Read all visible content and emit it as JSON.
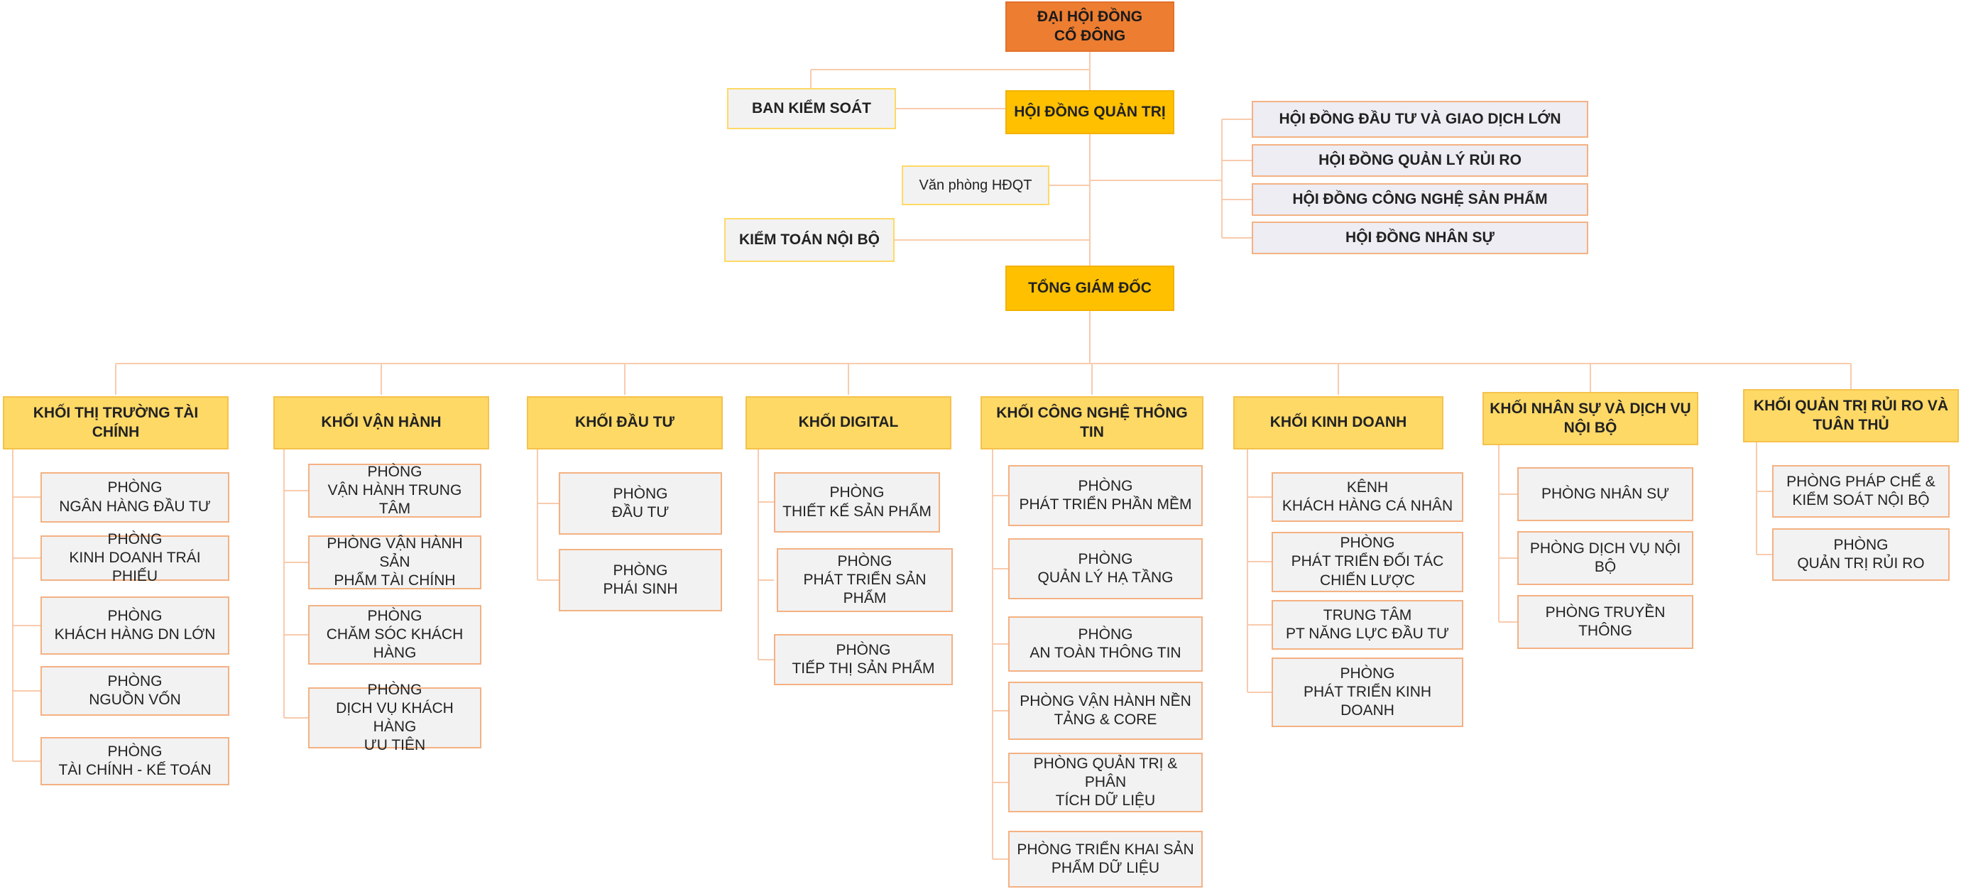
{
  "colors": {
    "connector": "#F8CBAD",
    "top_box": "#ED7D31",
    "gold_box": "#FFC000",
    "division_box": "#FFD966",
    "unit_box_fill": "#F2F2F2",
    "unit_box_border": "#F4B183",
    "council_box_fill": "#EDEDF3"
  },
  "top": {
    "shareholders": "ĐẠI HỘI ĐỒNG\nCỔ ĐÔNG",
    "board": "HỘI ĐỒNG QUẢN TRỊ",
    "supervisory": "BAN KIỂM SOÁT",
    "board_office": "Văn phòng HĐQT",
    "internal_audit": "KIỂM TOÁN NỘI BỘ",
    "ceo": "TỔNG GIÁM ĐỐC"
  },
  "councils": [
    "HỘI ĐỒNG ĐẦU TƯ VÀ GIAO DỊCH LỚN",
    "HỘI ĐỒNG QUẢN LÝ RỦI RO",
    "HỘI ĐỒNG CÔNG NGHỆ SẢN PHẨM",
    "HỘI ĐỒNG NHÂN SỰ"
  ],
  "divisions": [
    {
      "name": "KHỐI THỊ TRƯỜNG TÀI CHÍNH",
      "units": [
        "PHÒNG\nNGÂN HÀNG ĐẦU TƯ",
        "PHÒNG\nKINH DOANH TRÁI PHIẾU",
        "PHÒNG\nKHÁCH HÀNG DN LỚN",
        "PHÒNG\nNGUỒN VỐN",
        "PHÒNG\nTÀI CHÍNH - KẾ TOÁN"
      ]
    },
    {
      "name": "KHỐI VẬN HÀNH",
      "units": [
        "PHÒNG\nVẬN HÀNH TRUNG TÂM",
        "PHÒNG VẬN HÀNH SẢN\nPHẨM TÀI CHÍNH",
        "PHÒNG\nCHĂM SÓC KHÁCH\nHÀNG",
        "PHÒNG\nDỊCH VỤ KHÁCH HÀNG\nƯU TIÊN"
      ]
    },
    {
      "name": "KHỐI ĐẦU TƯ",
      "units": [
        "PHÒNG\nĐẦU TƯ",
        "PHÒNG\nPHÁI SINH"
      ]
    },
    {
      "name": "KHỐI DIGITAL",
      "units": [
        "PHÒNG\nTHIẾT KẾ SẢN PHẨM",
        "PHÒNG\nPHÁT TRIỂN SẢN PHẨM",
        "PHÒNG\nTIẾP THỊ SẢN PHẨM"
      ]
    },
    {
      "name": "KHỐI CÔNG NGHỆ THÔNG TIN",
      "units": [
        "PHÒNG\nPHÁT TRIỂN PHẦN MỀM",
        "PHÒNG\nQUẢN LÝ HẠ TẦNG",
        "PHÒNG\nAN TOÀN THÔNG TIN",
        "PHÒNG VẬN HÀNH NỀN\nTẢNG & CORE",
        "PHÒNG QUẢN TRỊ & PHÂN\nTÍCH DỮ LIỆU",
        "PHÒNG TRIỂN KHAI SẢN\nPHẨM DỮ LIỆU"
      ]
    },
    {
      "name": "KHỐI KINH DOANH",
      "units": [
        "KÊNH\nKHÁCH HÀNG CÁ NHÂN",
        "PHÒNG\nPHÁT TRIỂN ĐỐI TÁC\nCHIẾN LƯỢC",
        "TRUNG TÂM\nPT NĂNG LỰC ĐẦU TƯ",
        "PHÒNG\nPHÁT TRIỂN KINH DOANH"
      ]
    },
    {
      "name": "KHỐI NHÂN SỰ VÀ DỊCH VỤ\nNỘI BỘ",
      "units": [
        "PHÒNG NHÂN SỰ",
        "PHÒNG DỊCH VỤ NỘI BỘ",
        "PHÒNG TRUYỀN THÔNG"
      ]
    },
    {
      "name": "KHỐI QUẢN TRỊ RỦI RO VÀ\nTUÂN THỦ",
      "units": [
        "PHÒNG PHÁP CHẾ &\nKIỂM SOÁT NỘI BỘ",
        "PHÒNG\nQUẢN TRỊ RỦI RO"
      ]
    }
  ]
}
